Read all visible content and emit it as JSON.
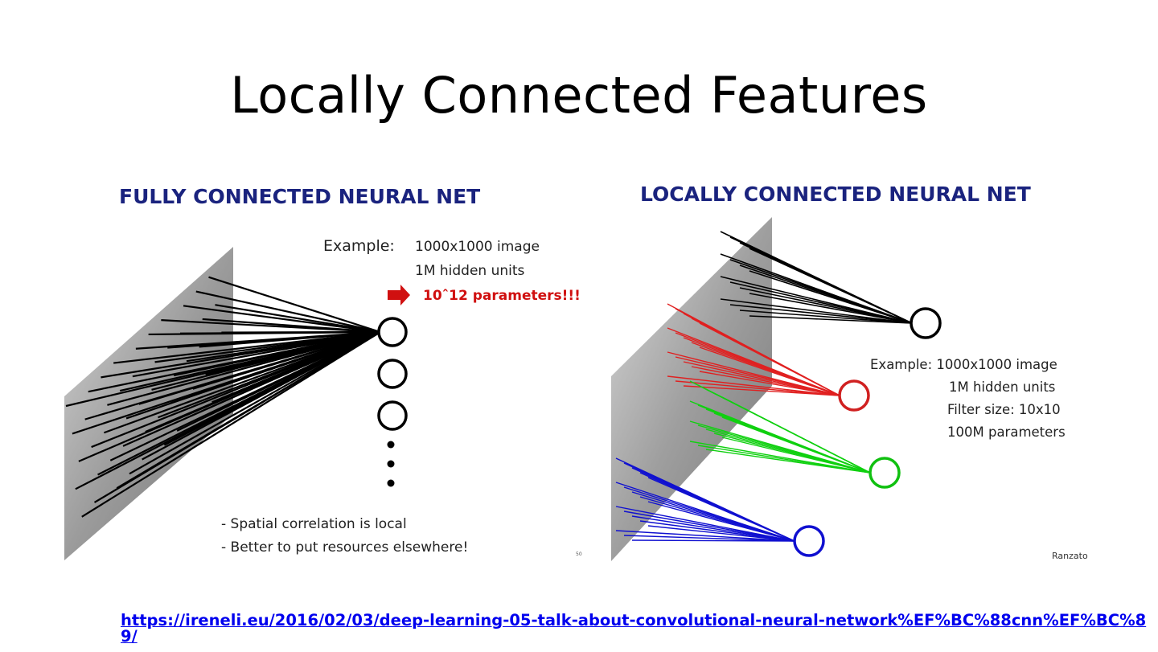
{
  "slide": {
    "title": "Locally Connected Features",
    "source_link": "https://ireneli.eu/2016/02/03/deep-learning-05-talk-about-convolutional-neural-network%EF%BC%88cnn%EF%BC%89/"
  },
  "left_figure": {
    "heading": "FULLY CONNECTED NEURAL NET",
    "example_label": "Example:",
    "example_line1": "1000x1000 image",
    "example_line2": "1M hidden units",
    "example_line3": "10^12 parameters!!!",
    "bullet1": "- Spatial correlation is local",
    "bullet2": "- Better to put resources elsewhere!",
    "page_number": "50",
    "colors": {
      "heading": "#1a237e",
      "highlight": "#d01010"
    }
  },
  "right_figure": {
    "heading": "LOCALLY CONNECTED NEURAL NET",
    "example_line1": "Example: 1000x1000 image",
    "example_line2": "1M hidden units",
    "example_line3": "Filter size: 10x10",
    "example_line4": "100M parameters",
    "credit": "Ranzato",
    "colors": {
      "heading": "#1a237e",
      "red": "#e02020",
      "green": "#10d010",
      "blue": "#1010d0"
    }
  }
}
